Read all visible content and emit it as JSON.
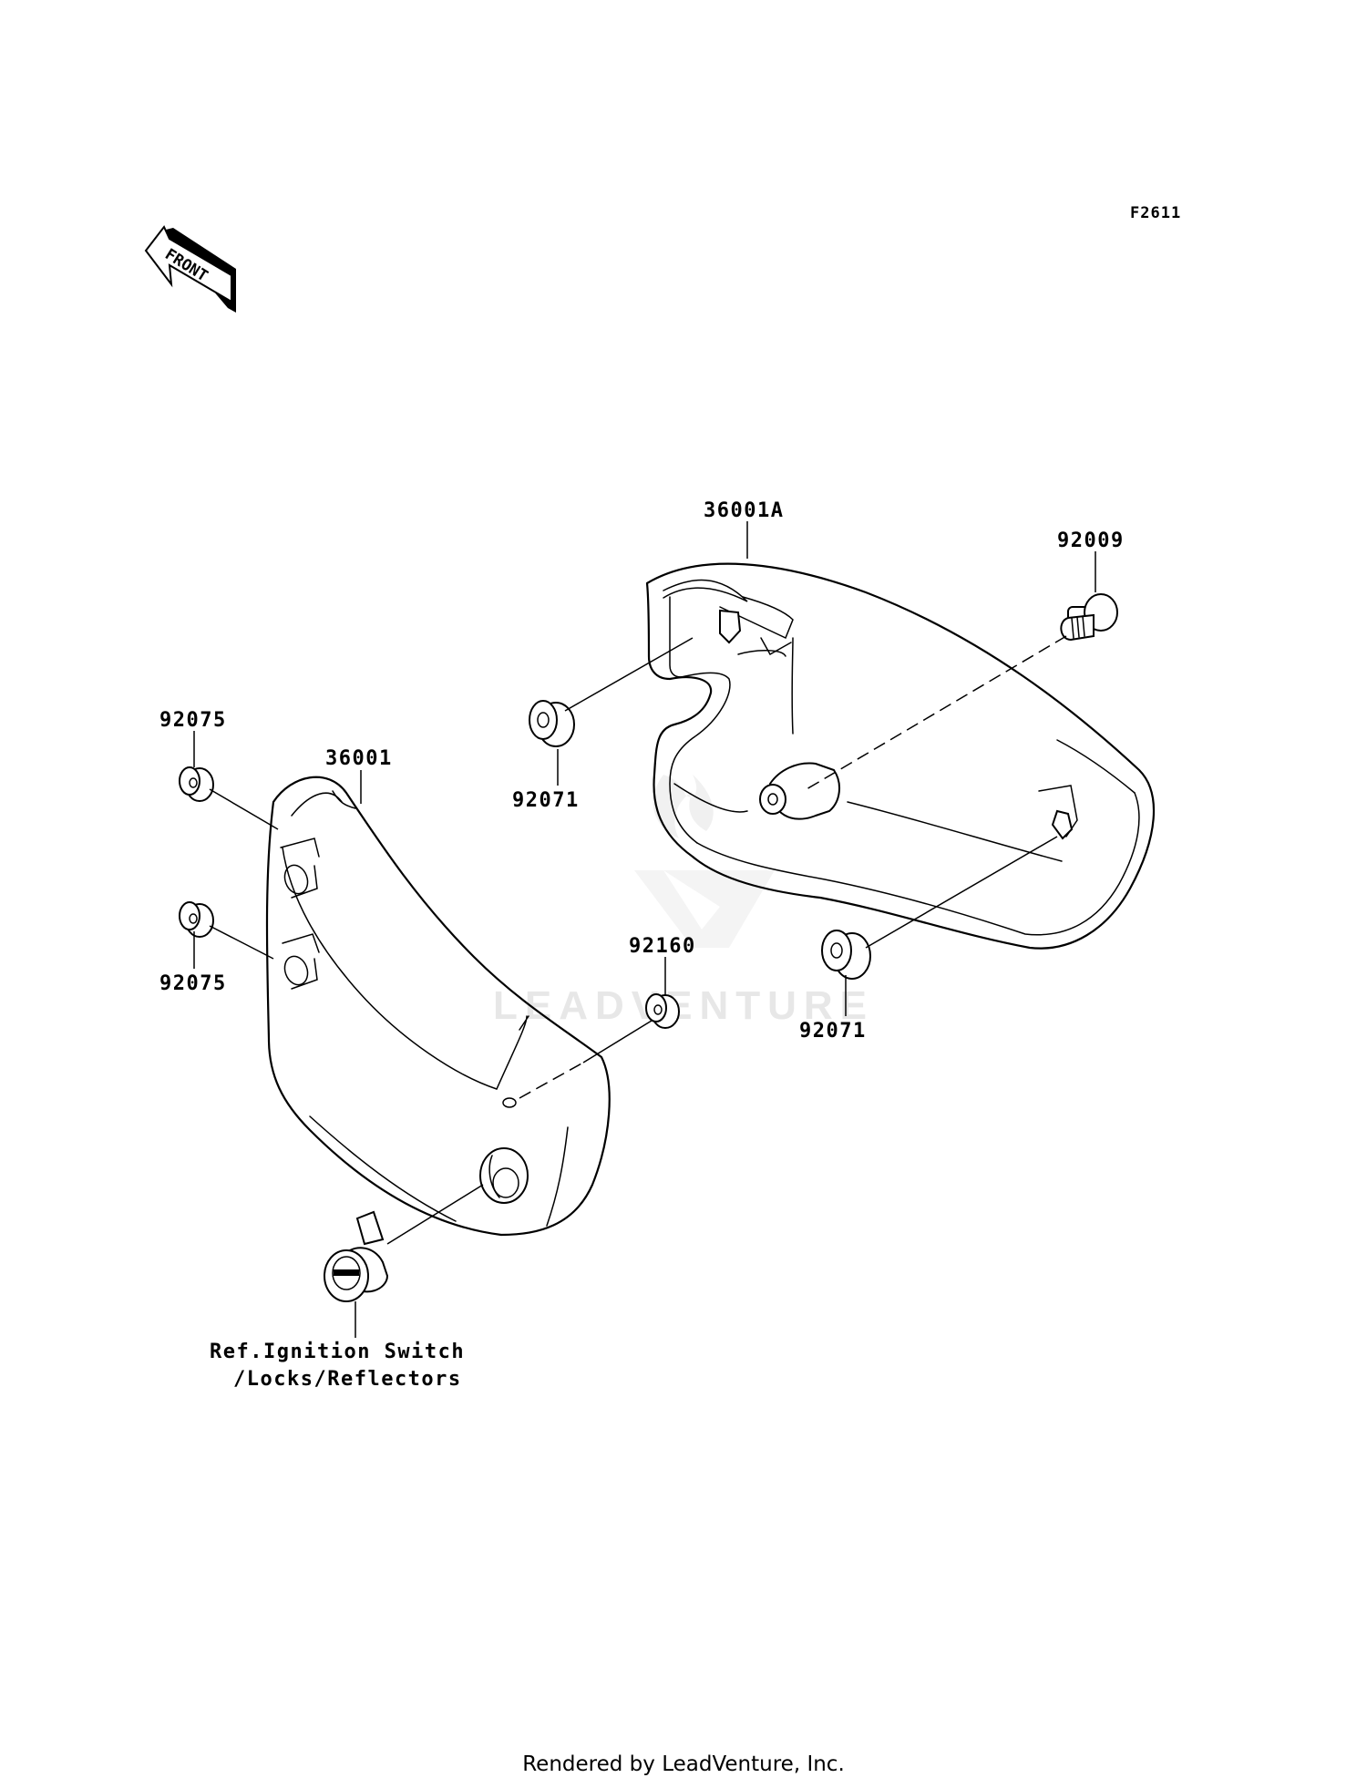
{
  "figure_code": "F2611",
  "front_arrow_label": "FRONT",
  "watermark_text": "LEADVENTURE",
  "footer": "Rendered by LeadVenture, Inc.",
  "parts": {
    "cover_right": "36001A",
    "cover_left": "36001",
    "bolt": "92009",
    "grommet_right_upper": "92071",
    "grommet_right_lower": "92071",
    "grommet_left_upper": "92075",
    "grommet_left_lower": "92075",
    "grommet_center": "92160"
  },
  "reference": {
    "line1": "Ref.Ignition Switch",
    "line2": "/Locks/Reflectors"
  }
}
